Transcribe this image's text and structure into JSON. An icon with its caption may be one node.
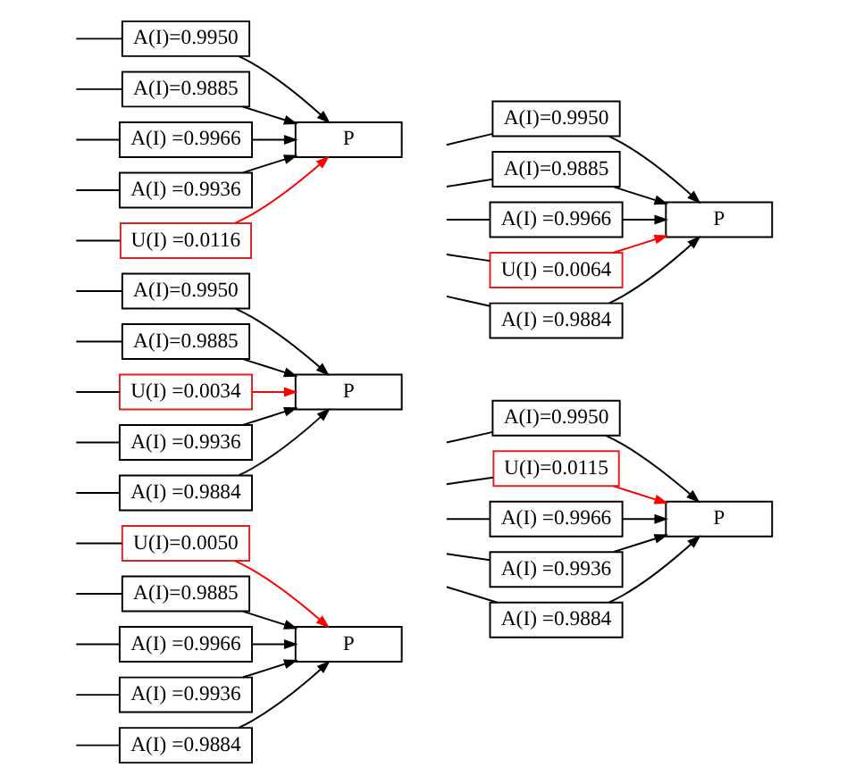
{
  "diagram": {
    "nodes": [
      {
        "text": [
          "U(I)=0.0050"
        ]
      },
      {
        "text": [
          "A(I)=0.9885"
        ]
      },
      {
        "text": [
          "A(I) =0.9966"
        ]
      },
      {
        "text": [
          "A(I) =0.9936"
        ]
      },
      {
        "text": [
          "A(I) =0.9884"
        ]
      },
      {
        "text": [
          "P"
        ]
      },
      {
        "text": [
          "A(I)=0.9950"
        ]
      },
      {
        "text": [
          "U(I)=0.0115"
        ]
      },
      {
        "text": [
          "A(I) =0.9966"
        ]
      },
      {
        "text": [
          "A(I) =0.9936"
        ]
      },
      {
        "text": [
          "A(I) =0.9884"
        ]
      },
      {
        "text": [
          "P"
        ]
      },
      {
        "text": [
          "A(I)=0.9950"
        ]
      },
      {
        "text": [
          "A(I)=0.9885"
        ]
      },
      {
        "text": [
          "U(I) =0.0034"
        ]
      },
      {
        "text": [
          "A(I) =0.9936"
        ]
      },
      {
        "text": [
          "A(I) =0.9884"
        ]
      },
      {
        "text": [
          "P"
        ]
      },
      {
        "text": [
          "A(I)=0.9950"
        ]
      },
      {
        "text": [
          "A(I)=0.9885"
        ]
      },
      {
        "text": [
          "A(I) =0.9966"
        ]
      },
      {
        "text": [
          "U(I) =0.0064"
        ]
      },
      {
        "text": [
          "A(I) =0.9884"
        ]
      },
      {
        "text": [
          "P"
        ]
      },
      {
        "text": [
          "A(I)=0.9950"
        ]
      },
      {
        "text": [
          "A(I)=0.9885"
        ]
      },
      {
        "text": [
          "A(I) =0.9966"
        ]
      },
      {
        "text": [
          "A(I) =0.9936"
        ]
      },
      {
        "text": [
          "U(I) =0.0116"
        ]
      },
      {
        "text": [
          "P"
        ]
      }
    ],
    "edges": [
      {
        "from": null,
        "to": 0,
        "arrow": "none"
      },
      {
        "from": null,
        "to": 1,
        "arrow": "none"
      },
      {
        "from": null,
        "to": 2,
        "arrow": "none"
      },
      {
        "from": null,
        "to": 3,
        "arrow": "none"
      },
      {
        "from": null,
        "to": 4,
        "arrow": "none"
      },
      {
        "from": 0,
        "to": 5,
        "arrow": "to",
        "color": "#ff0000"
      },
      {
        "from": 1,
        "to": 5,
        "arrow": "to"
      },
      {
        "from": 2,
        "to": 5,
        "arrow": "to"
      },
      {
        "from": 3,
        "to": 5,
        "arrow": "to"
      },
      {
        "from": 4,
        "to": 5,
        "arrow": "to"
      },
      {
        "from": null,
        "to": 6,
        "arrow": "none"
      },
      {
        "from": null,
        "to": 7,
        "arrow": "none"
      },
      {
        "from": null,
        "to": 8,
        "arrow": "none"
      },
      {
        "from": null,
        "to": 9,
        "arrow": "none"
      },
      {
        "from": null,
        "to": 10,
        "arrow": "none"
      },
      {
        "from": 6,
        "to": 11,
        "arrow": "to"
      },
      {
        "from": 7,
        "to": 11,
        "arrow": "to",
        "color": "#ff0000"
      },
      {
        "from": 8,
        "to": 11,
        "arrow": "to"
      },
      {
        "from": 9,
        "to": 11,
        "arrow": "to"
      },
      {
        "from": 10,
        "to": 11,
        "arrow": "to"
      },
      {
        "from": null,
        "to": 12,
        "arrow": "none"
      },
      {
        "from": null,
        "to": 13,
        "arrow": "none"
      },
      {
        "from": null,
        "to": 14,
        "arrow": "none"
      },
      {
        "from": null,
        "to": 15,
        "arrow": "none"
      },
      {
        "from": null,
        "to": 16,
        "arrow": "none"
      },
      {
        "from": 12,
        "to": 17,
        "arrow": "to"
      },
      {
        "from": 13,
        "to": 17,
        "arrow": "to"
      },
      {
        "from": 14,
        "to": 17,
        "arrow": "to",
        "color": "#ff0000"
      },
      {
        "from": 15,
        "to": 17,
        "arrow": "to"
      },
      {
        "from": 16,
        "to": 17,
        "arrow": "to"
      },
      {
        "from": null,
        "to": 18,
        "arrow": "none"
      },
      {
        "from": null,
        "to": 19,
        "arrow": "none"
      },
      {
        "from": null,
        "to": 20,
        "arrow": "none"
      },
      {
        "from": null,
        "to": 21,
        "arrow": "none"
      },
      {
        "from": null,
        "to": 22,
        "arrow": "none"
      },
      {
        "from": 18,
        "to": 23,
        "arrow": "to"
      },
      {
        "from": 19,
        "to": 23,
        "arrow": "to"
      },
      {
        "from": 20,
        "to": 23,
        "arrow": "to"
      },
      {
        "from": 21,
        "to": 23,
        "arrow": "to",
        "color": "#ff0000"
      },
      {
        "from": 22,
        "to": 23,
        "arrow": "to"
      },
      {
        "from": null,
        "to": 24,
        "arrow": "none"
      },
      {
        "from": null,
        "to": 25,
        "arrow": "none"
      },
      {
        "from": null,
        "to": 26,
        "arrow": "none"
      },
      {
        "from": null,
        "to": 27,
        "arrow": "none"
      },
      {
        "from": null,
        "to": 28,
        "arrow": "none"
      },
      {
        "from": 24,
        "to": 29,
        "arrow": "to"
      },
      {
        "from": 25,
        "to": 29,
        "arrow": "to"
      },
      {
        "from": 26,
        "to": 29,
        "arrow": "to"
      },
      {
        "from": 27,
        "to": 29,
        "arrow": "to"
      },
      {
        "from": 28,
        "to": 29,
        "arrow": "to",
        "color": "#ff0000"
      }
    ]
  }
}
